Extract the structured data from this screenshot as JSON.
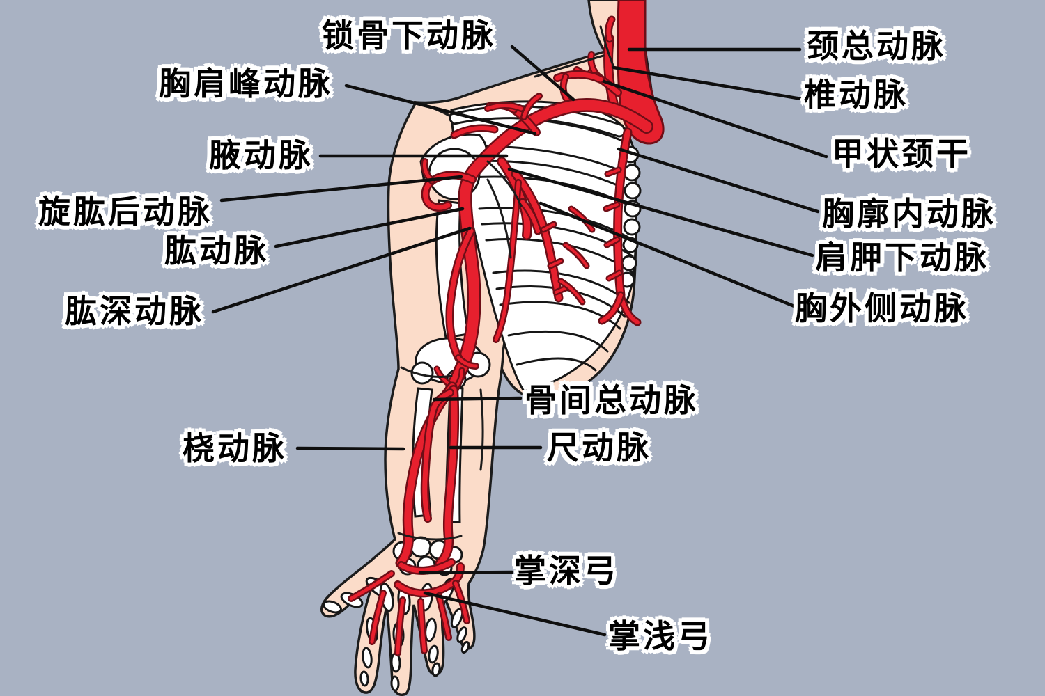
{
  "diagram": {
    "type": "anatomical-diagram",
    "language": "zh-CN"
  },
  "colors": {
    "background": "#a9b2c3",
    "skin": "#fbdcc9",
    "bone": "#ffffff",
    "artery_red": "#e7202e",
    "artery_outline": "#6e0e17",
    "line_black": "#0f0f0f",
    "label_text": "#000000",
    "label_halo": "#ffffff"
  },
  "labels": {
    "subclavian_artery": {
      "text": "锁骨下动脉"
    },
    "thoracoacromial_artery": {
      "text": "胸肩峰动脉"
    },
    "axillary_artery": {
      "text": "腋动脉"
    },
    "posterior_humeral_circumflex_artery": {
      "text": "旋肱后动脉"
    },
    "brachial_artery": {
      "text": "肱动脉"
    },
    "deep_brachial_artery": {
      "text": "肱深动脉"
    },
    "radial_artery": {
      "text": "桡动脉"
    },
    "common_carotid_artery": {
      "text": "颈总动脉"
    },
    "vertebral_artery": {
      "text": "椎动脉"
    },
    "thyrocervical_trunk": {
      "text": "甲状颈干"
    },
    "internal_thoracic_artery": {
      "text": "胸廓内动脉"
    },
    "subscapular_artery": {
      "text": "肩胛下动脉"
    },
    "lateral_thoracic_artery": {
      "text": "胸外侧动脉"
    },
    "common_interosseous_artery": {
      "text": "骨间总动脉"
    },
    "ulnar_artery": {
      "text": "尺动脉"
    },
    "deep_palmar_arch": {
      "text": "掌深弓"
    },
    "superficial_palmar_arch": {
      "text": "掌浅弓"
    }
  }
}
